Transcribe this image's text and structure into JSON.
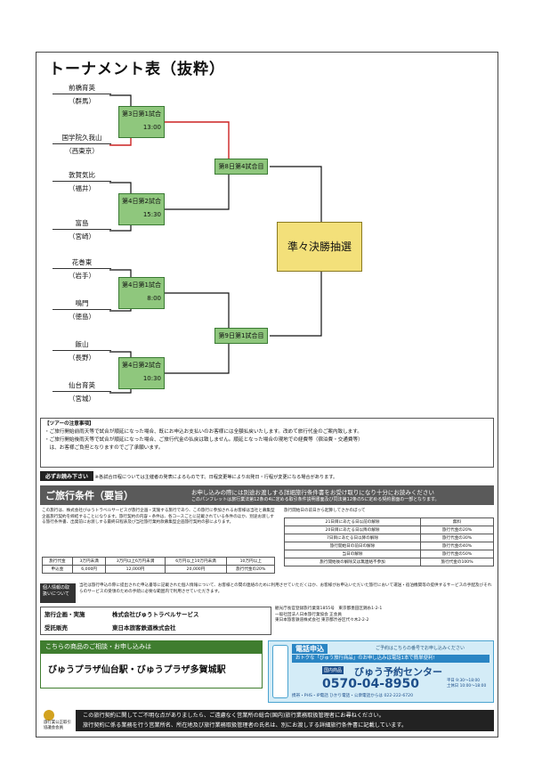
{
  "title": "トーナメント表（抜粋）",
  "teams": [
    {
      "name": "前橋育英",
      "pref": "（群馬）"
    },
    {
      "name": "国学院久我山",
      "pref": "（西東京）"
    },
    {
      "name": "敦賀気比",
      "pref": "（福井）"
    },
    {
      "name": "富島",
      "pref": "（宮崎）"
    },
    {
      "name": "花巻東",
      "pref": "（岩手）"
    },
    {
      "name": "鳴門",
      "pref": "（徳島）"
    },
    {
      "name": "飯山",
      "pref": "（長野）"
    },
    {
      "name": "仙台育英",
      "pref": "（宮城）"
    }
  ],
  "round1": [
    {
      "label": "第3日第1試合",
      "time": "13:00"
    },
    {
      "label": "第4日第2試合",
      "time": "15:30"
    },
    {
      "label": "第4日第1試合",
      "time": "8:00"
    },
    {
      "label": "第4日第2試合",
      "time": "10:30"
    }
  ],
  "round2": [
    {
      "label": "第8日第4試合目"
    },
    {
      "label": "第9日第1試合目"
    }
  ],
  "final_label": "準々決勝抽選",
  "notes": {
    "heading": "【ツアーの注意事項】",
    "lines": [
      "・ご旅行開始前雨天等で試合が順延になった場合、既にお申込お支払いのお客様には全額払戻いたします。改めて旅行代金のご案内致します。",
      "・ご旅行開始後雨天等で試合が順延になった場合、ご旅行代金の払戻は致しません。順延となった場合の現地での経費等（宿泊費・交通費等）",
      "　は、お客様ご負担となりますのでご了承願います。"
    ]
  },
  "must": {
    "tag": "必ずお読み下さい",
    "text": "※各試合日程については主催者の発表によるものです。日程変更等により出発日・行程が変更になる場合があります。"
  },
  "conditions": {
    "title": "ご旅行条件（要旨）",
    "sub": "お申し込みの際には別途お渡しする詳細旅行条件書をお受け取りになり十分にお読みください",
    "sub2": "このパンフレットは旅行業法第12条の4に定める取引条件説明書面及び同法第12条の5に定める契約書面の一部となります。",
    "left_text": "この旅行は、株式会社びゅうトラベルサービスが旅行企画・実施する旅行であり、この旅行に参加されるお客様は当社と募集型企画旅行契約を締結することになります。旅行契約の内容・条件は、各コースごとに記載されている条件のほか、別途お渡しする旅行条件書、出発前にお渡しする最終日程表及び当社旅行業約款募集型企画旅行契約の部によります。",
    "fee_headers": [
      "旅行代金",
      "3万円未満",
      "3万円以上6万円未満",
      "6万円以上10万円未満",
      "10万円以上"
    ],
    "fee_values": [
      "申込金",
      "6,000円",
      "12,000円",
      "20,000円",
      "旅行代金の20%"
    ],
    "right_heading": "旅行開始日の前日から起算してさかのぼって",
    "cancel_rows": [
      [
        "21日目にあたる日以前の解除",
        "無料"
      ],
      [
        "20日目にあたる日以降の解除",
        "旅行代金の20%"
      ],
      [
        "7日目にあたる日以降の解除",
        "旅行代金の30%"
      ],
      [
        "旅行開始日の前日の解除",
        "旅行代金の40%"
      ],
      [
        "当日の解除",
        "旅行代金の50%"
      ],
      [
        "旅行開始後の解除又は無連絡不参加",
        "旅行代金の100%"
      ]
    ]
  },
  "personal_info": {
    "label": "個人情報の取扱いについて",
    "text": "当社は旅行申込の際に提出された申込書等に記載された個人情報について、お客様との間の連絡のために利用させていただくほか、お客様がお申込いただいた旅行において運送・宿泊機関等の提供するサービスの手配及びそれらのサービスの受領のための手続に必要な範囲内で利用させていただきます。"
  },
  "org": {
    "plan_label": "旅行企画・実施",
    "plan_company": "株式会社びゅうトラベルサービス",
    "sales_label": "受託販売",
    "sales_company": "東日本旅客鉄道株式会社",
    "registration": "観光庁長官登録旅行業第1855号　東京都墨田区錦糸1-2-1",
    "association": "一般社団法人日本旅行業協会 正会員",
    "sales_reg": "東日本旅客鉄道株式会社 東京都渋谷区代々木2-2-2"
  },
  "shop": {
    "header": "こちらの商品のご相談・お申し込みは",
    "body": "びゅうプラザ仙台駅・びゅうプラザ多賀城駅"
  },
  "phone": {
    "header": "電話申込",
    "note": "ご予約はこちらの番号でお申し込みください",
    "strip": "おトクな「びゅう旅行商品」のお申し込みは電話1本で簡単便利!",
    "kind": "国内商品",
    "center": "びゅう予約センター",
    "number": "0570-04-8950",
    "hours": "平日 9:30〜18:00\n土休日 10:00〜18:00",
    "footer": "携帯・PHS・IP電話 ひかり電話・公衆電話からは 022-222-6720"
  },
  "bottom_lines": [
    "この旅行契約に関してご不明な点がありましたら、ご遠慮なく営業所の総合(国内)旅行業務取扱管理者にお尋ねください。",
    "旅行契約に係る業務を行う営業所名、所在地及び旅行業務取扱管理者の氏名は、別にお渡しする詳細旅行条件書に記載しています。"
  ],
  "badge": {
    "text": "旅行業公正取引\n協議会会員"
  }
}
